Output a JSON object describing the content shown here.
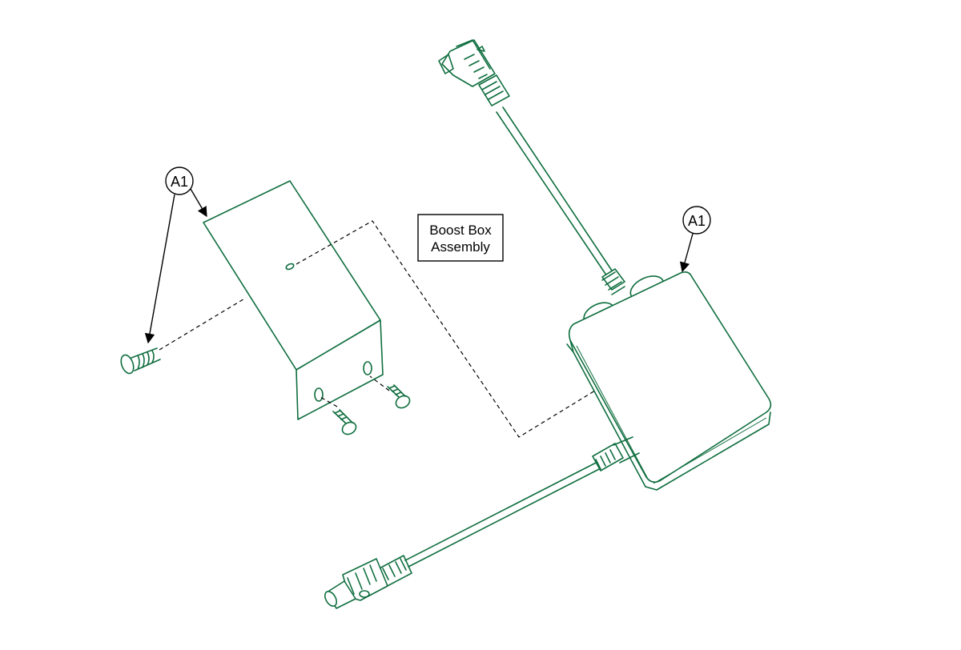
{
  "diagram": {
    "title_box": {
      "line1": "Boost Box",
      "line2": "Assembly"
    },
    "callouts": [
      {
        "label": "A1"
      },
      {
        "label": "A1"
      }
    ],
    "colors": {
      "line_art": "#0f6e3f",
      "annotation": "#000000",
      "background": "#ffffff"
    }
  }
}
